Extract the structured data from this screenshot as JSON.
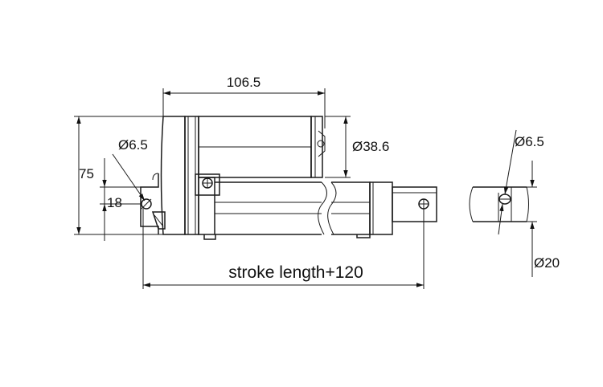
{
  "dimensions": {
    "overall_length": "106.5",
    "body_diameter": "Ø38.6",
    "height": "75",
    "pin_offset": "18",
    "rear_hole": "Ø6.5",
    "front_hole": "Ø6.5",
    "rod_diameter": "Ø20",
    "stroke": "stroke length+120"
  }
}
